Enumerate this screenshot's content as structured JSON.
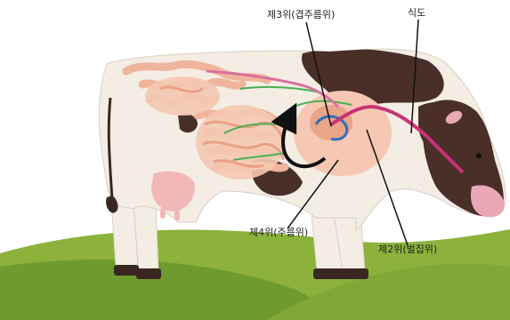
{
  "labels": {
    "esophagus": "식도",
    "omasum": "제3위(겹주름위)",
    "abomasum": "제4위(주름위)",
    "reticulum": "제2위(벌집위)"
  },
  "colors": {
    "grass_light": "#8cb23c",
    "grass_dark": "#6f9a2e",
    "cow_body": "#f3ede4",
    "cow_spots": "#4a2e28",
    "intestine": "#f0b49c",
    "esophagus_tube": "#c83278",
    "nerve_green": "#4caf50",
    "blue_path": "#2e6fc0",
    "arrow": "#111111"
  }
}
